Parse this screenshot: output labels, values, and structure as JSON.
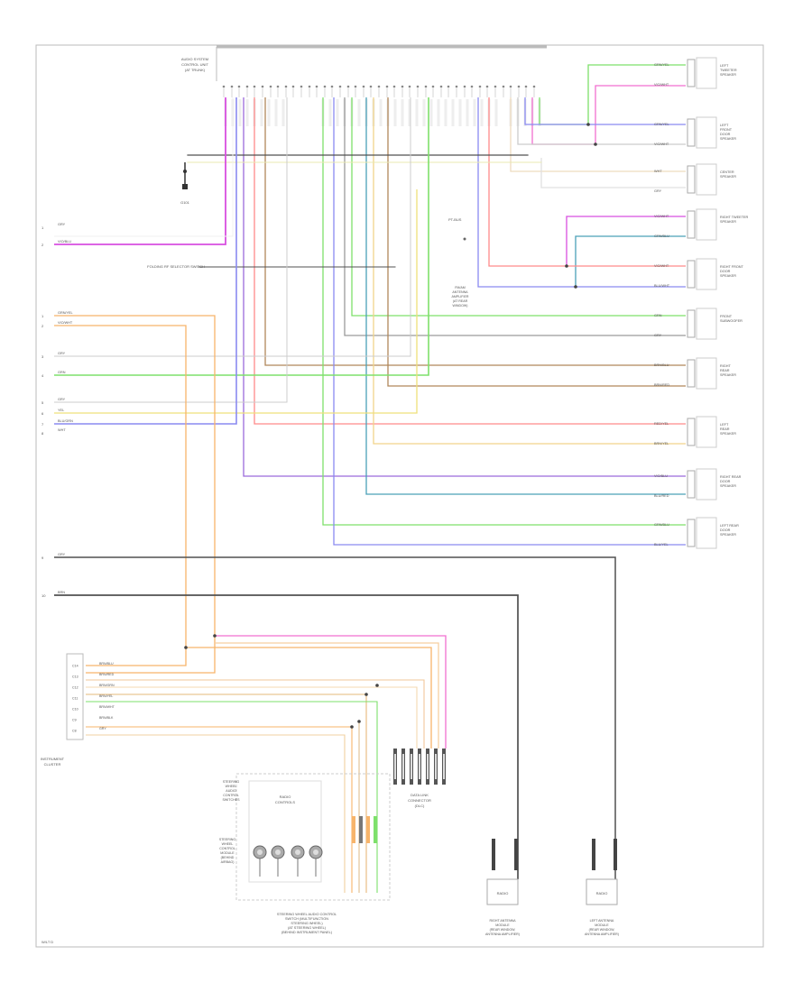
{
  "top_block": {
    "line1": "AUDIO SYSTEM",
    "line2": "CONTROL UNIT",
    "line3": "(AT TRUNK)"
  },
  "bottom_left_ref": "W/LT D",
  "wire_colors": {
    "red": "#ff8a8a",
    "pink": "#f26fd0",
    "magenta": "#d84fe0",
    "orange": "#f7b46a",
    "green": "#7ee06b",
    "blue": "#8a8af0",
    "violet": "#9b6bdc",
    "yellow": "#efe07a",
    "brown": "#b0875a",
    "teal": "#4aa0b8",
    "gray": "#9a9a9a",
    "dark": "#505050",
    "black": "#333333",
    "lightgray": "#cccccc"
  },
  "speakers": [
    {
      "id": "left-tweeter",
      "lines": [
        "LEFT",
        "TWEETER",
        "SPEAKER"
      ],
      "w1": "GRN/YEL",
      "w2": "VIO/WHT"
    },
    {
      "id": "left-front",
      "lines": [
        "LEFT",
        "FRONT",
        "DOOR",
        "SPEAKER"
      ],
      "w1": "GRN/YEL",
      "w2": "VIO/WHT"
    },
    {
      "id": "center",
      "lines": [
        "CENTER",
        "SPEAKER"
      ],
      "w1": "WHT",
      "w2": "GRY"
    },
    {
      "id": "right-tweeter",
      "lines": [
        "RIGHT TWEETER",
        "SPEAKER"
      ],
      "w1": "VIO/WHT",
      "w2": "GRN/BLU"
    },
    {
      "id": "right-front",
      "lines": [
        "RIGHT FRONT",
        "DOOR",
        "SPEAKER"
      ],
      "w1": "VIO/WHT",
      "w2": "BLU/WHT"
    },
    {
      "id": "front-bass",
      "lines": [
        "FRONT",
        "SUBWOOFER"
      ],
      "w1": "GRN",
      "w2": "GRY"
    },
    {
      "id": "right-rear",
      "lines": [
        "RIGHT",
        "REAR",
        "SPEAKER"
      ],
      "w1": "BRN/BLU",
      "w2": "BRN/RED"
    },
    {
      "id": "left-rear",
      "lines": [
        "LEFT",
        "REAR",
        "SPEAKER"
      ],
      "w1": "RED/YEL",
      "w2": "BRN/YEL"
    },
    {
      "id": "right-rear-door",
      "lines": [
        "RIGHT REAR",
        "DOOR",
        "SPEAKER"
      ],
      "w1": "VIO/BLU",
      "w2": "BLU/RED"
    },
    {
      "id": "left-rear-door",
      "lines": [
        "LEFT REAR",
        "DOOR",
        "SPEAKER"
      ],
      "w1": "GRN/BLU",
      "w2": "BLU/YEL"
    }
  ],
  "left_labels": [
    {
      "pin": "1",
      "wire": "GRY"
    },
    {
      "pin": "2",
      "wire": "VIO/BLU"
    },
    {
      "pin": "1",
      "wire": "GRN/YEL"
    },
    {
      "pin": "2",
      "wire": "VIO/WHT"
    },
    {
      "pin": "3",
      "wire": "GRY"
    },
    {
      "pin": "4",
      "wire": "GRN"
    },
    {
      "pin": "5",
      "wire": "GRY"
    },
    {
      "pin": "6",
      "wire": "YEL"
    },
    {
      "pin": "7",
      "wire": "BLU/GRN"
    },
    {
      "pin": "8",
      "wire": "WHT"
    },
    {
      "pin": "9",
      "wire": "GRY"
    },
    {
      "pin": "10",
      "wire": "BRN"
    }
  ],
  "mid_labels": {
    "center_mute": "FOLDING RF SELECTOR SWITCH",
    "ground": "G101",
    "pin_box": "PT-BUS",
    "antenna_amp_lines": [
      "FM/AM",
      "ANTENNA",
      "AMPLIFIER",
      "(AT REAR",
      "WINDOW)"
    ]
  },
  "instrument_cluster": {
    "lines": [
      "INSTRUMENT",
      "CLUSTER"
    ],
    "pins": [
      "C14",
      "C13",
      "C12",
      "C11",
      "C10",
      "C9",
      "C8"
    ],
    "wires": [
      "BRN/BLU",
      "BRN/RED",
      "BRN/GRN",
      "BRN/YEL",
      "BRN/WHT",
      "BRN/BLK",
      "GRY"
    ]
  },
  "data_link": {
    "lines": [
      "DATA LINK",
      "CONNECTOR",
      "(DLC)"
    ]
  },
  "radio_unit": {
    "header": "RADIO",
    "header2": "CONTROLS",
    "left_lines": [
      "STEERING",
      "WHEEL",
      "AUDIO",
      "CONTROL",
      "SWITCHES"
    ],
    "left_lines2": [
      "STEERING",
      "WHEEL",
      "CONTROL",
      "MODULE",
      "(BEHIND",
      "AIRBAG)"
    ],
    "bottom_lines": [
      "STEERING WHEEL AUDIO CONTROL",
      "SWITCH (MULTIFUNCTION",
      "STEERING WHEEL)",
      "(AT STEERING WHEEL)",
      "(BEHIND INSTRUMENT PANEL)"
    ]
  },
  "antenna_right": {
    "box": "RADIO",
    "lines": [
      "RIGHT ANTENNA",
      "MODULE",
      "(REAR WINDOW,",
      "ANTENNA AMPLIFIER)"
    ]
  },
  "antenna_left": {
    "box": "RADIO",
    "lines": [
      "LEFT ANTENNA",
      "MODULE",
      "(REAR WINDOW,",
      "ANTENNA AMPLIFIER)"
    ]
  }
}
